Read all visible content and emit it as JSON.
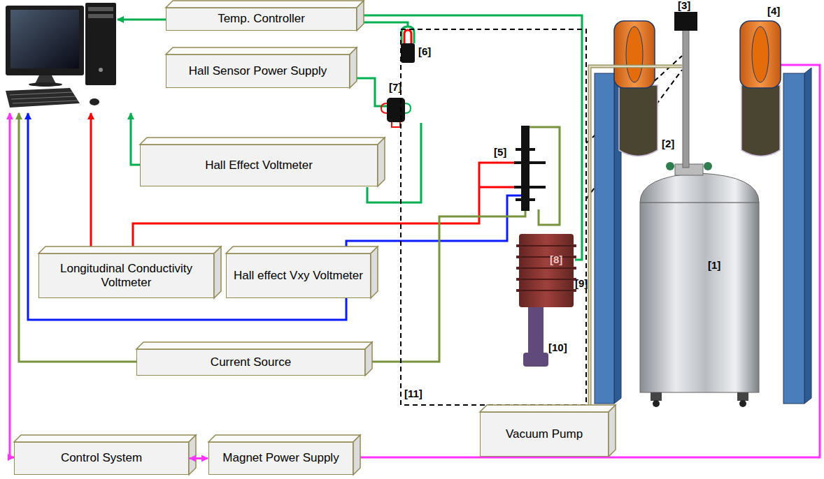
{
  "diagram": {
    "nodes": [
      {
        "text": [
          "Temp. Controller"
        ]
      },
      {
        "text": [
          "Hall Sensor Power Supply"
        ]
      },
      {
        "text": [
          "Hall Effect Voltmeter"
        ]
      },
      {
        "text": [
          "Longitudinal Conductivity Voltmeter"
        ]
      },
      {
        "text": [
          "Hall effect Vxy Voltmeter"
        ]
      },
      {
        "text": [
          "Current Source"
        ]
      },
      {
        "text": [
          "Vacuum Pump"
        ]
      },
      {
        "text": [
          "Control System"
        ]
      },
      {
        "text": [
          "Magnet Power Supply"
        ]
      }
    ],
    "edges": [
      {
        "from": 7,
        "to": 8,
        "arrow": "both"
      }
    ],
    "labels": [
      "[3]",
      "[4]",
      "[6]",
      "[7]",
      "[5]",
      "[2]",
      "[1]",
      "[8]",
      "[9]",
      "[10]",
      "[11]"
    ]
  }
}
